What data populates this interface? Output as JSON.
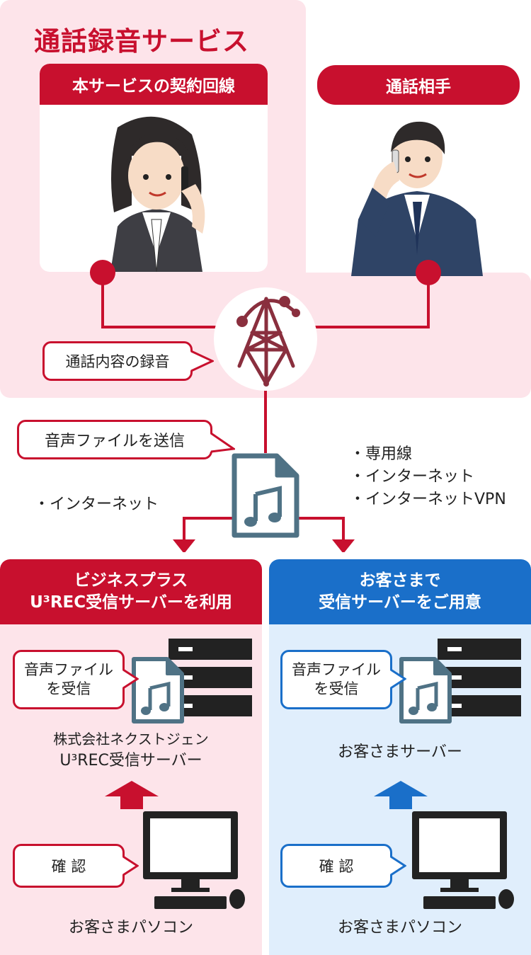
{
  "top": {
    "title": "通話録音サービス",
    "contract_line": "本サービスの契約回線",
    "other_party": "通話相手",
    "recording_callout": "通話内容の録音"
  },
  "middle": {
    "send_callout": "音声ファイルを送信",
    "left_bullets": [
      "・インターネット"
    ],
    "right_bullets": [
      "・専用線",
      "・インターネット",
      "・インターネットVPN"
    ]
  },
  "left_panel": {
    "header_line1": "ビジネスプラス",
    "header_line2": "U³REC受信サーバーを利用",
    "receive_callout_line1": "音声ファイル",
    "receive_callout_line2": "を受信",
    "server_label_line1": "株式会社ネクストジェン",
    "server_label_line2": "U³REC受信サーバー",
    "confirm_callout": "確 認",
    "pc_label": "お客さまパソコン"
  },
  "right_panel": {
    "header_line1": "お客さまで",
    "header_line2": "受信サーバーをご用意",
    "receive_callout_line1": "音声ファイル",
    "receive_callout_line2": "を受信",
    "server_label": "お客さまサーバー",
    "confirm_callout": "確 認",
    "pc_label": "お客さまパソコン"
  },
  "colors": {
    "red": "#c8102e",
    "blue": "#1a6fc9",
    "pink_bg": "#fde4ea",
    "blue_bg": "#e0eefc",
    "tower": "#8a2f3e",
    "file_icon": "#4f7285"
  }
}
